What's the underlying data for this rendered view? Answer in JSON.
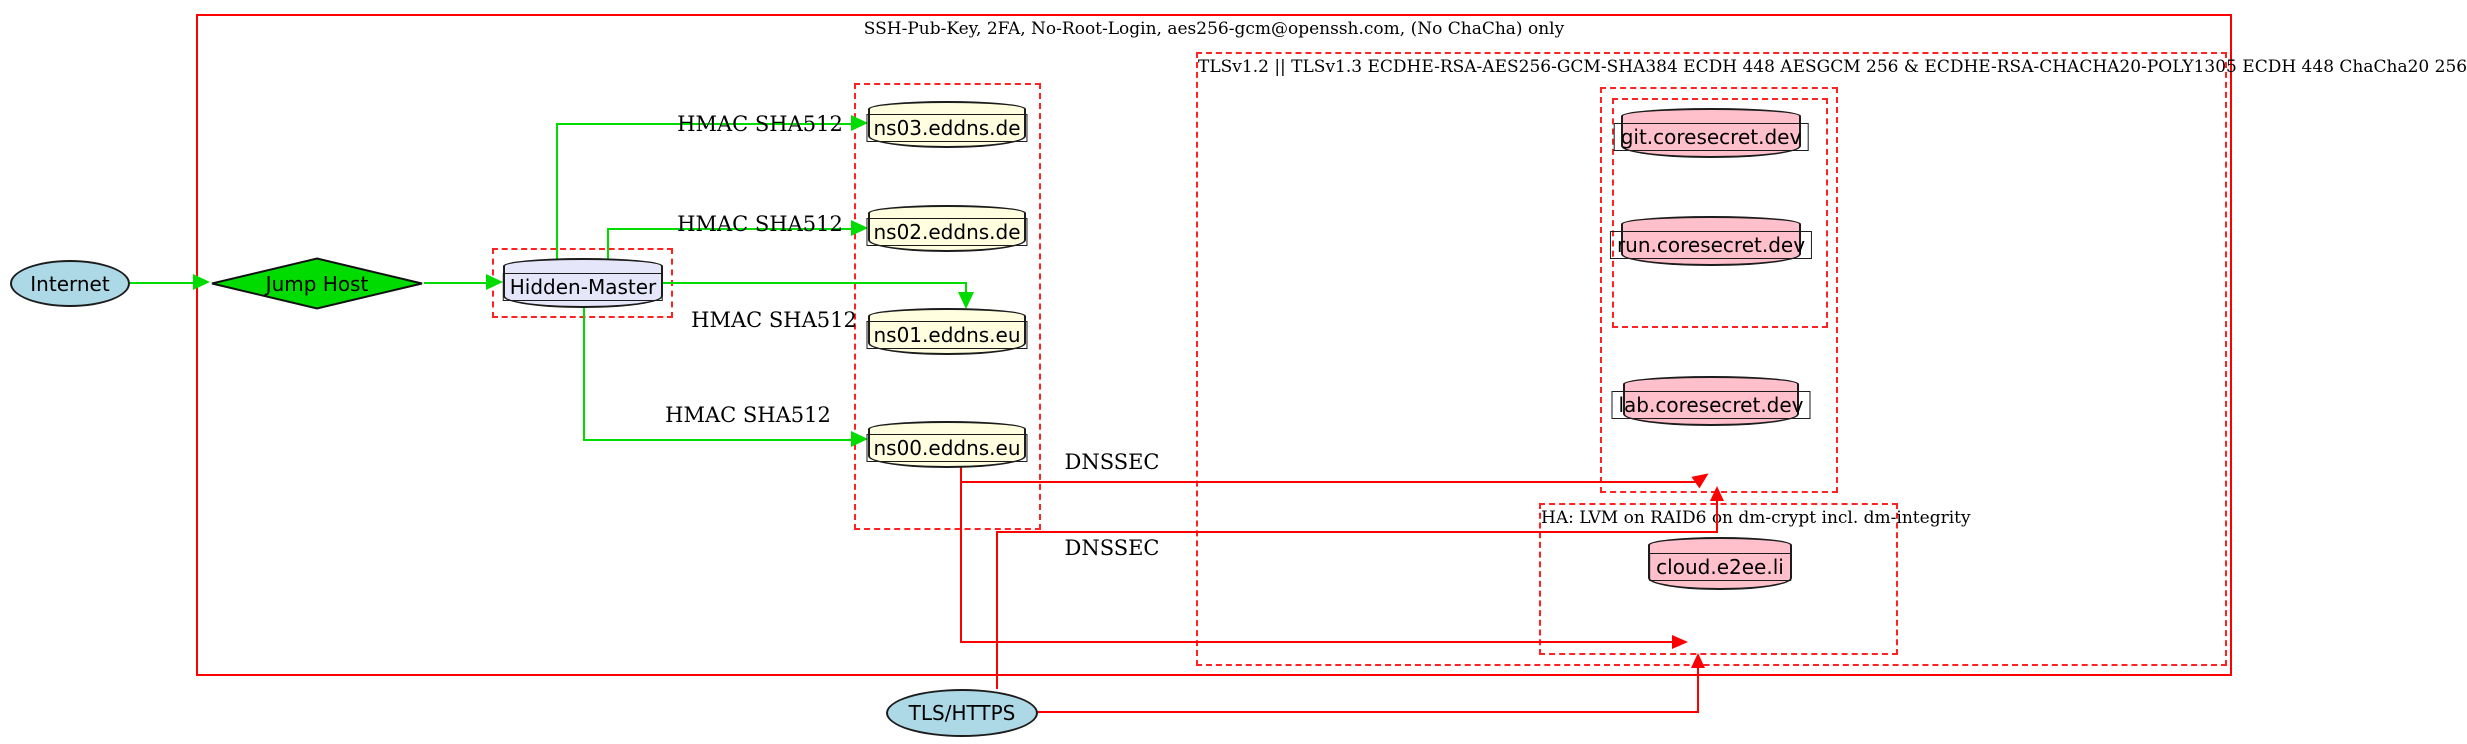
{
  "colors": {
    "edge_secure": "#00dc00",
    "edge_alert": "#ff0000",
    "cluster_border": "#ff2222",
    "fill_endpoint": "#add8e6",
    "fill_jump": "#00dc00",
    "fill_master": "#e6e6fa",
    "fill_ns": "#ffffe0",
    "fill_service": "#ffc0cb"
  },
  "clusters": {
    "ssh": {
      "label": "SSH-Pub-Key, 2FA, No-Root-Login, aes256-gcm@openssh.com, (No ChaCha) only"
    },
    "tls": {
      "label": "TLSv1.2 || TLSv1.3 ECDHE-RSA-AES256-GCM-SHA384 ECDH 448 AESGCM 256 & ECDHE-RSA-CHACHA20-POLY1305 ECDH 448 ChaCha20 256"
    },
    "ha": {
      "label": "HA: LVM on RAID6 on dm-crypt incl. dm-integrity"
    }
  },
  "nodes": {
    "internet": {
      "label": "Internet"
    },
    "jump_host": {
      "label": "Jump Host"
    },
    "hidden_master": {
      "label": "Hidden-Master"
    },
    "ns03": {
      "label": "ns03.eddns.de"
    },
    "ns02": {
      "label": "ns02.eddns.de"
    },
    "ns01": {
      "label": "ns01.eddns.eu"
    },
    "ns00": {
      "label": "ns00.eddns.eu"
    },
    "git": {
      "label": "git.coresecret.dev"
    },
    "run": {
      "label": "run.coresecret.dev"
    },
    "lab": {
      "label": "lab.coresecret.dev"
    },
    "cloud": {
      "label": "cloud.e2ee.li"
    },
    "tls_https": {
      "label": "TLS/HTTPS"
    }
  },
  "edge_labels": {
    "hmac_ns03": "HMAC SHA512",
    "hmac_ns02": "HMAC SHA512",
    "hmac_ns01": "HMAC SHA512",
    "hmac_ns00": "HMAC SHA512",
    "dnssec_1": "DNSSEC",
    "dnssec_2": "DNSSEC"
  }
}
